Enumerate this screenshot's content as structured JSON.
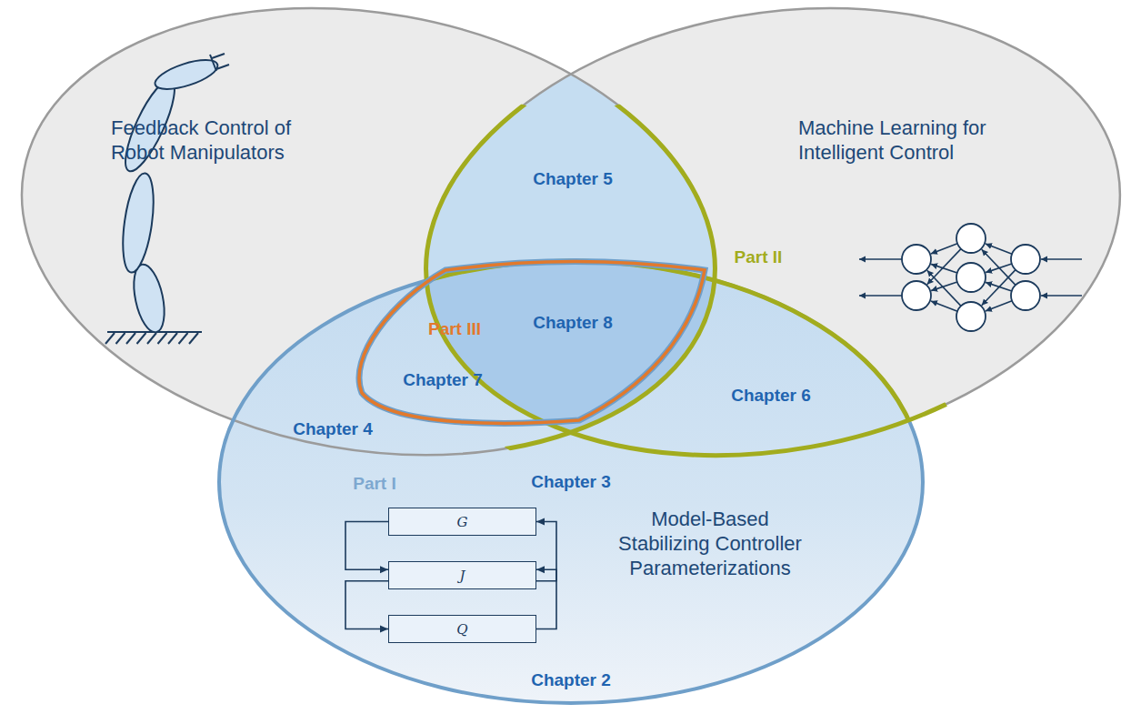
{
  "diagram": {
    "nodes": [
      {
        "text": [
          "Feedback Control of Robot Manipulators"
        ]
      },
      {
        "text": [
          "Machine Learning for Intelligent Control"
        ]
      },
      {
        "text": [
          "Model-Based Stabilizing Controller Parameterizations"
        ]
      },
      {
        "text": [
          "G"
        ],
        "in": 2
      },
      {
        "text": [
          "J"
        ],
        "in": 2
      },
      {
        "text": [
          "Q"
        ],
        "in": 2
      }
    ],
    "edges": [
      {
        "from": 3,
        "to": 4,
        "arrow": "to"
      },
      {
        "from": 4,
        "to": 3,
        "arrow": "to"
      },
      {
        "from": 4,
        "to": 5,
        "arrow": "to"
      },
      {
        "from": 5,
        "to": 4,
        "arrow": "to"
      }
    ],
    "labels": [
      "Chapter 5",
      "Part II",
      "Chapter 8",
      "Part III",
      "Chapter 7",
      "Chapter 6",
      "Chapter 4",
      "Chapter 3",
      "Part I",
      "Chapter 2"
    ]
  }
}
